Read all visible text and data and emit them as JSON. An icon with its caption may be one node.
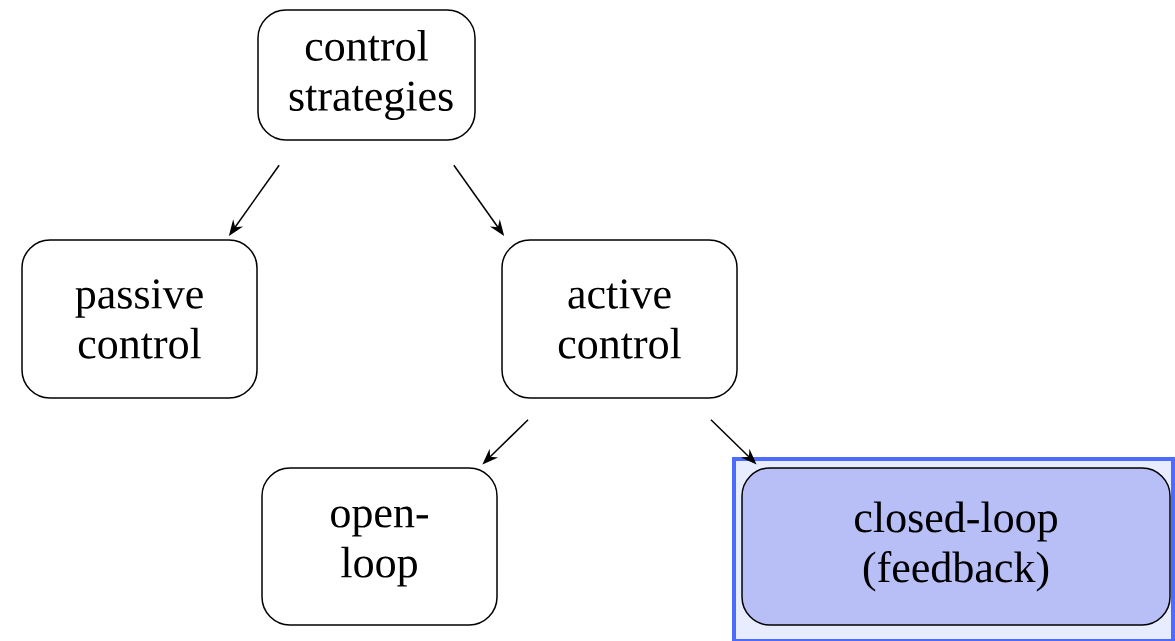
{
  "diagram": {
    "nodes": [
      {
        "text": [
          "control strategies"
        ]
      },
      {
        "text": [
          "passive control"
        ]
      },
      {
        "text": [
          "active control"
        ]
      },
      {
        "text": [
          "open-loop"
        ]
      },
      {
        "text": [
          "closed-loop (feedback)"
        ]
      }
    ],
    "edges": [
      {
        "from": 0,
        "to": 1,
        "arrow": "to"
      },
      {
        "from": 0,
        "to": 2,
        "arrow": "to"
      },
      {
        "from": 2,
        "to": 3,
        "arrow": "to"
      },
      {
        "from": 2,
        "to": 4,
        "arrow": "to"
      }
    ]
  }
}
